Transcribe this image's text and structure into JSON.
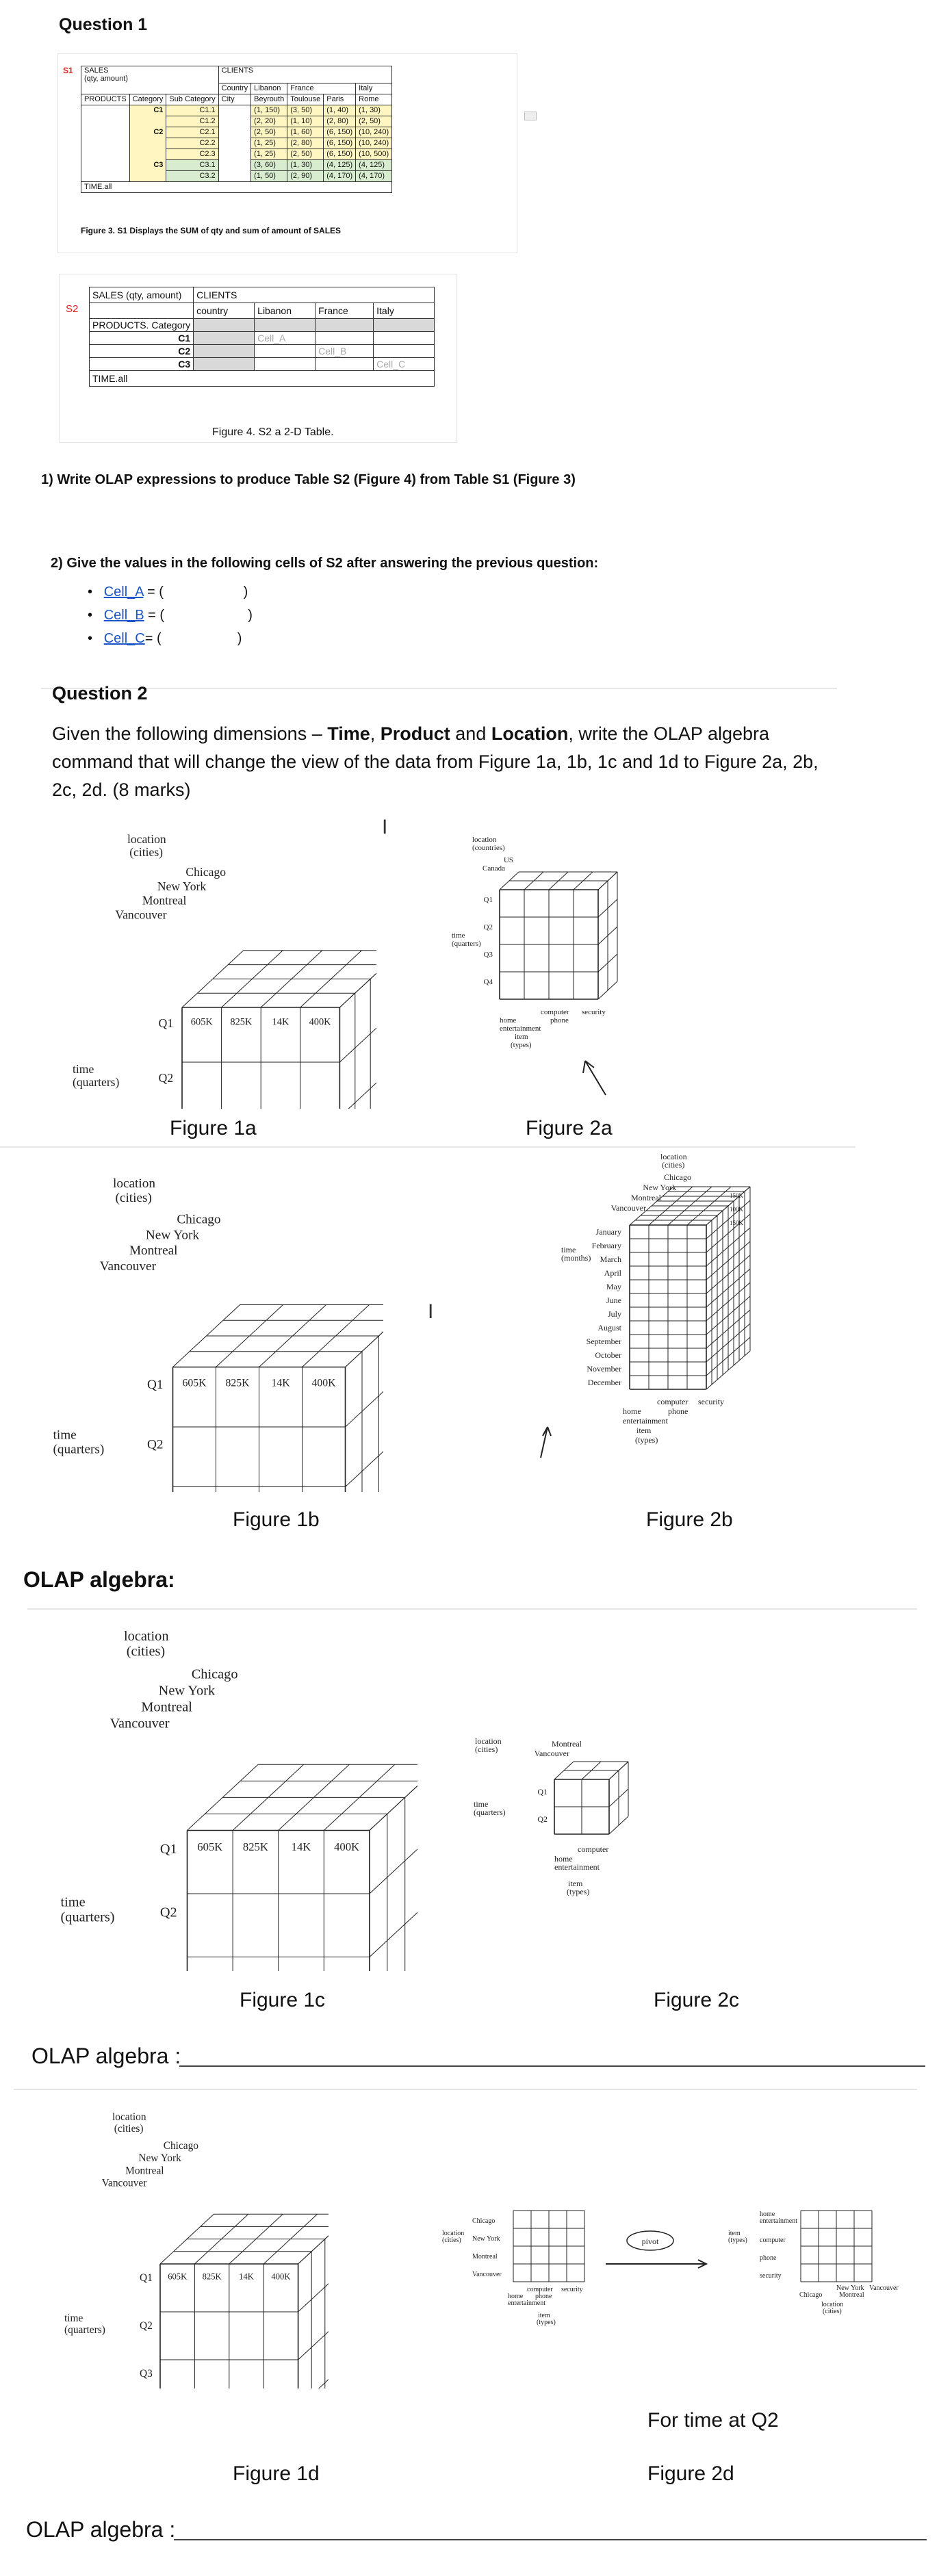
{
  "q1": {
    "title": "Question 1",
    "s1": {
      "label": "S1",
      "measure": "SALES",
      "measure_sub": "(qty, amount)",
      "clients": "CLIENTS",
      "country": "Country",
      "city": "City",
      "countries": [
        "Libanon",
        "France",
        "",
        "Italy"
      ],
      "cities": [
        "Beyrouth",
        "Toulouse",
        "Paris",
        "Rome"
      ],
      "products": "PRODUCTS",
      "category": "Category",
      "subcategory": "Sub Category",
      "rows": [
        {
          "cat": "C1",
          "sub": "C1.1",
          "v": [
            "(1, 150)",
            "(3, 50)",
            "(1, 40)",
            "(1, 30)"
          ],
          "c": "yel"
        },
        {
          "cat": "",
          "sub": "C1.2",
          "v": [
            "(2, 20)",
            "(1, 10)",
            "(2, 80)",
            "(2, 50)"
          ],
          "c": "yel"
        },
        {
          "cat": "C2",
          "sub": "C2.1",
          "v": [
            "(2, 50)",
            "(1, 60)",
            "(6, 150)",
            "(10, 240)"
          ],
          "c": "yel"
        },
        {
          "cat": "",
          "sub": "C2.2",
          "v": [
            "(1, 25)",
            "(2, 80)",
            "(6, 150)",
            "(10, 240)"
          ],
          "c": "yel"
        },
        {
          "cat": "",
          "sub": "C2.3",
          "v": [
            "(1, 25)",
            "(2, 50)",
            "(6, 150)",
            "(10, 500)"
          ],
          "c": "yel"
        },
        {
          "cat": "C3",
          "sub": "C3.1",
          "v": [
            "(3, 60)",
            "(1, 30)",
            "(4, 125)",
            "(4, 125)"
          ],
          "c": "grn"
        },
        {
          "cat": "",
          "sub": "C3.2",
          "v": [
            "(1, 50)",
            "(2, 90)",
            "(4, 170)",
            "(4, 170)"
          ],
          "c": "grn"
        }
      ],
      "time": "TIME.all",
      "caption": "Figure 3.  S1 Displays the SUM of qty and sum of amount of SALES"
    },
    "s2": {
      "label": "S2",
      "measure": "SALES (qty, amount)",
      "clients": "CLIENTS",
      "country": "country",
      "countries": [
        "Libanon",
        "France",
        "Italy"
      ],
      "products": "PRODUCTS.",
      "category": "Category",
      "rows": [
        "C1",
        "C2",
        "C3"
      ],
      "cells": [
        "Cell_A",
        "Cell_B",
        "Cell_C"
      ],
      "time": "TIME.all",
      "caption": "Figure 4. S2 a 2-D Table."
    },
    "q1_text": "1)   Write OLAP expressions to produce Table S2 (Figure 4) from Table S1 (Figure 3)",
    "q2_text": "2)   Give the values in the following cells of S2 after answering the previous question:",
    "bullets": [
      {
        "name": "Cell_A",
        "rest": " = (                     )"
      },
      {
        "name": "Cell_B",
        "rest": " = (                      )"
      },
      {
        "name": "Cell_C",
        "rest": "= (                    )"
      }
    ]
  },
  "q2": {
    "title": "Question 2",
    "intro_a": "Given the following dimensions – ",
    "dims": [
      "Time",
      "Product",
      "Location"
    ],
    "sep1": ", ",
    "sep2": " and ",
    "intro_b": ", write the OLAP algebra command that will change the view of the data from Figure 1a, 1b, 1c and 1d to Figure 2a, 2b, 2c, 2d.  (8 marks)"
  },
  "cube": {
    "location": "location",
    "cities": "(cities)",
    "countries": "(countries)",
    "city_names": [
      "Chicago",
      "New York",
      "Montreal",
      "Vancouver"
    ],
    "country_names": [
      "US",
      "Canada"
    ],
    "time": "time",
    "quarters": "(quarters)",
    "months": "(months)",
    "q": [
      "Q1",
      "Q2",
      "Q3",
      "Q4"
    ],
    "vals": [
      "605K",
      "825K",
      "14K",
      "400K"
    ],
    "items": [
      "home entertainment",
      "computer",
      "phone",
      "security"
    ],
    "item": "item",
    "types": "(types)",
    "month_names": [
      "January",
      "February",
      "March",
      "April",
      "May",
      "June",
      "July",
      "August",
      "September",
      "October",
      "November",
      "December"
    ],
    "month_vals": [
      "150K",
      "100K",
      "150K"
    ]
  },
  "captions": {
    "f1a": "Figure 1a",
    "f2a": "Figure 2a",
    "f1b": "Figure 1b",
    "f2b": "Figure 2b",
    "f1c": "Figure 1c",
    "f2c": "Figure 2c",
    "f1d": "Figure 1d",
    "f2d": "Figure 2d"
  },
  "olap_heading": "OLAP algebra:",
  "olap_line": "OLAP algebra :",
  "pivot": "pivot",
  "time_q2": "For time at Q2"
}
